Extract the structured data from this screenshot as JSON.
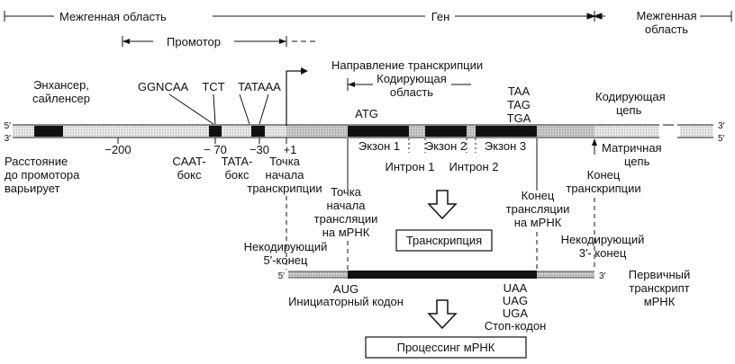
{
  "top": {
    "intergenic_left": "Межгенная область",
    "gene": "Ген",
    "intergenic_right": [
      "Межгенная",
      "область"
    ],
    "promoter": "Промотор"
  },
  "dna": {
    "enhancer": [
      "Энхансер,",
      "сайленсер"
    ],
    "distance": [
      "Расстояние",
      "до промотора",
      "варьирует"
    ],
    "ggncaa": "GGNCAA",
    "tct": "TCT",
    "tataaa": "TATAAA",
    "transcription_direction": "Направление транскрипции",
    "coding_region": [
      "Кодирующая",
      "область"
    ],
    "atg": "ATG",
    "stop_codons_dna": [
      "TAA",
      "TAG",
      "TGA"
    ],
    "coding_strand": [
      "Кодирующая",
      "цепь"
    ],
    "template_strand": [
      "Матричная",
      "цепь"
    ],
    "end5": "5′",
    "end3": "3′",
    "pos_minus200": "−200",
    "pos_minus70": "− 70",
    "pos_minus30": "−30",
    "pos_plus1": "+1",
    "caat_box": [
      "CAAT-",
      "бокс"
    ],
    "tata_box": [
      "TATA-",
      "бокс"
    ],
    "tx_start": [
      "Точка",
      "начала",
      "транскрипции"
    ],
    "exon1": "Экзон 1",
    "exon2": "Экзон 2",
    "exon3": "Экзон 3",
    "intron1": "Интрон 1",
    "intron2": "Интрон 2",
    "tx_end": [
      "Конец",
      "транскрипции"
    ],
    "tl_start": [
      "Точка",
      "начала",
      "трансляции",
      "на мРНК"
    ],
    "tl_end": [
      "Конец",
      "трансляции",
      "на мРНК"
    ],
    "transcription_box": "Транскрипция"
  },
  "rna": {
    "noncoding5": [
      "Некодирующий",
      "5′-конец"
    ],
    "noncoding3": [
      "Некодирующий",
      "3′- конец"
    ],
    "end5": "5′",
    "end3": "3′",
    "primary_transcript": [
      "Первичный",
      "транскрипт",
      "мРНК"
    ],
    "aug": "AUG",
    "initiator": "Инициаторный кодон",
    "stop_codons_rna": [
      "UAA",
      "UAG",
      "UGA"
    ],
    "stop_codon": "Стоп-кодон",
    "processing_box": "Процессинг мРНК"
  },
  "colors": {
    "ink": "#111111",
    "dark_block": "#111111",
    "gray_region": "#b8b8b8",
    "light_region": "#dcdcdc"
  }
}
